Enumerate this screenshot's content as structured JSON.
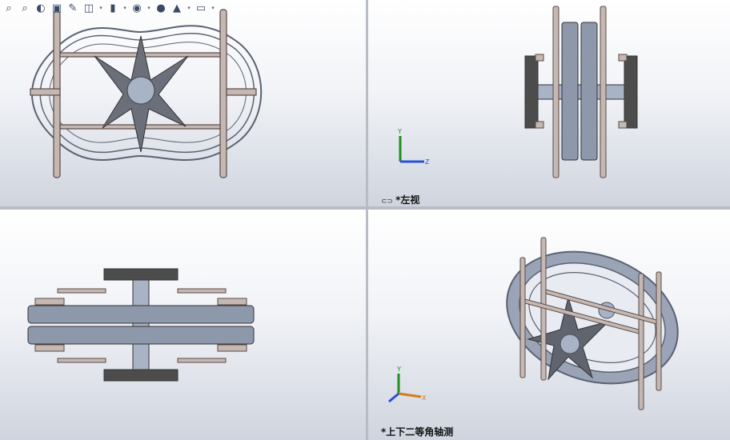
{
  "toolbar": {
    "items": [
      {
        "icon": "zoom-to-fit-icon",
        "glyph": "⌕"
      },
      {
        "icon": "zoom-to-area-icon",
        "glyph": "⌕"
      },
      {
        "icon": "previous-view-icon",
        "glyph": "◐"
      },
      {
        "icon": "section-view-icon",
        "glyph": "▣"
      },
      {
        "icon": "dynamic-annotation-icon",
        "glyph": "✎"
      },
      {
        "icon": "view-orientation-icon",
        "glyph": "◫"
      },
      {
        "icon": "display-style-icon",
        "glyph": "▮"
      },
      {
        "icon": "hide-show-items-icon",
        "glyph": "◉"
      },
      {
        "icon": "edit-appearance-icon",
        "glyph": "●"
      },
      {
        "icon": "apply-scene-icon",
        "glyph": "▲"
      },
      {
        "icon": "view-settings-icon",
        "glyph": "▭"
      }
    ]
  },
  "views": {
    "left": {
      "label": "*左视",
      "axes": {
        "y": "Y",
        "z": "Z"
      }
    },
    "iso": {
      "label": "*上下二等角轴测",
      "axes": {
        "y": "Y",
        "x": "X"
      }
    }
  },
  "colors": {
    "rim": "#8e98ab",
    "frame": "#c5b8b3",
    "frame_edge": "#5a4a46",
    "hub": "#a9b3c6",
    "dark_block": "#4c4c4c",
    "axis_y": "#1f8f1f",
    "axis_z": "#2a4fd6",
    "axis_x": "#d97a1a"
  }
}
